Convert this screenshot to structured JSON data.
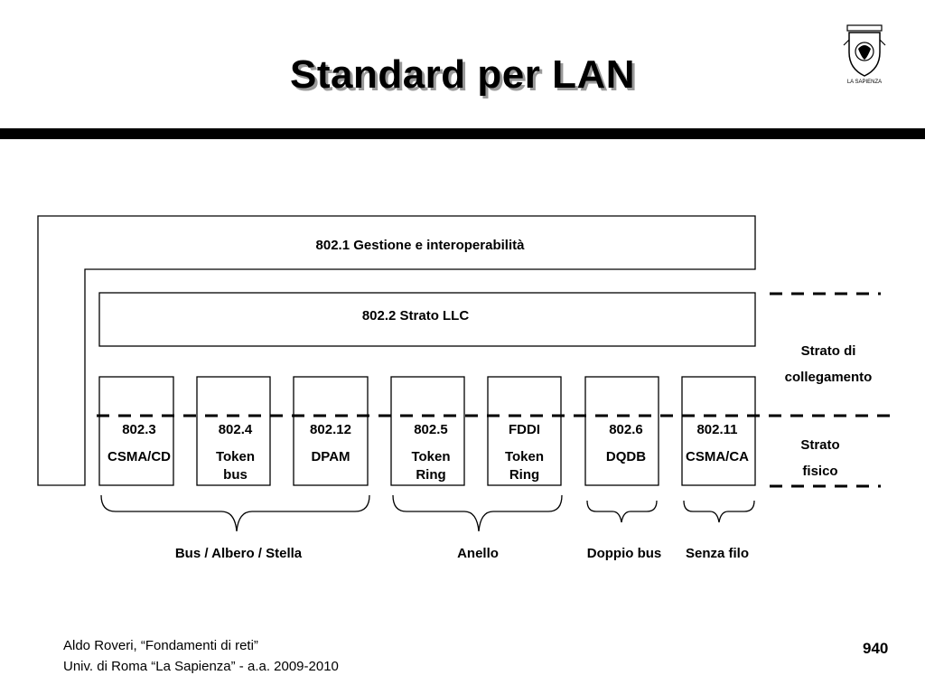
{
  "title": "Standard per LAN",
  "logo": {
    "name": "La Sapienza crest",
    "caption": "LA SAPIENZA"
  },
  "layers": {
    "mgmt": "802.1 Gestione e interoperabilità",
    "llc": "802.2 Strato LLC",
    "datalink": [
      "Strato di",
      "collegamento"
    ],
    "physical": [
      "Strato",
      "fisico"
    ]
  },
  "standards": [
    {
      "code": "802.3",
      "desc": [
        "CSMA/CD"
      ]
    },
    {
      "code": "802.4",
      "desc": [
        "Token",
        "bus"
      ]
    },
    {
      "code": "802.12",
      "desc": [
        "DPAM"
      ]
    },
    {
      "code": "802.5",
      "desc": [
        "Token",
        "Ring"
      ]
    },
    {
      "code": "FDDI",
      "desc": [
        "Token",
        "Ring"
      ]
    },
    {
      "code": "802.6",
      "desc": [
        "DQDB"
      ]
    },
    {
      "code": "802.11",
      "desc": [
        "CSMA/CA"
      ]
    }
  ],
  "groups": [
    "Bus / Albero / Stella",
    "Anello",
    "Doppio bus",
    "Senza filo"
  ],
  "footer": {
    "line1": "Aldo Roveri, “Fondamenti di reti”",
    "line2": "Univ. di Roma “La Sapienza” - a.a. 2009-2010",
    "page": "940"
  }
}
